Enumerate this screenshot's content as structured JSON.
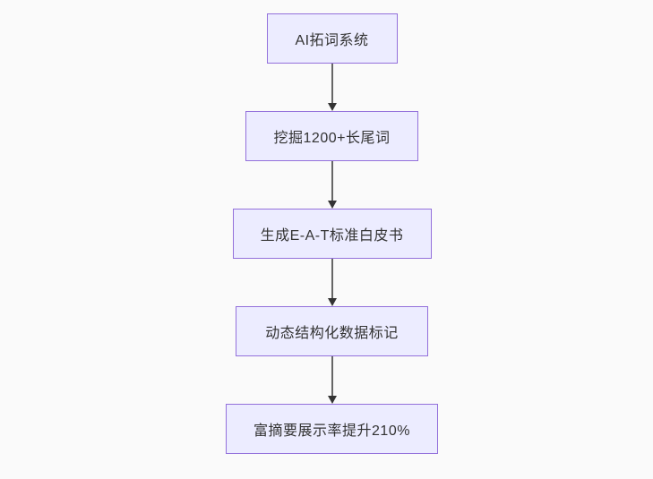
{
  "page": {
    "background": "#fafafa"
  },
  "diagram": {
    "type": "flowchart-vertical",
    "colors": {
      "node_fill": "#ECECFF",
      "node_border": "#9370DB",
      "node_text": "#333333",
      "arrow_line": "#666666",
      "arrow_head": "#333333"
    },
    "nodes": [
      {
        "id": "A",
        "label": "AI拓词系统"
      },
      {
        "id": "B",
        "label": "挖掘1200+长尾词"
      },
      {
        "id": "C",
        "label": "生成E-A-T标准白皮书"
      },
      {
        "id": "D",
        "label": "动态结构化数据标记"
      },
      {
        "id": "E",
        "label": "富摘要展示率提升210%"
      }
    ],
    "edges": [
      {
        "from": "A",
        "to": "B"
      },
      {
        "from": "B",
        "to": "C"
      },
      {
        "from": "C",
        "to": "D"
      },
      {
        "from": "D",
        "to": "E"
      }
    ]
  }
}
